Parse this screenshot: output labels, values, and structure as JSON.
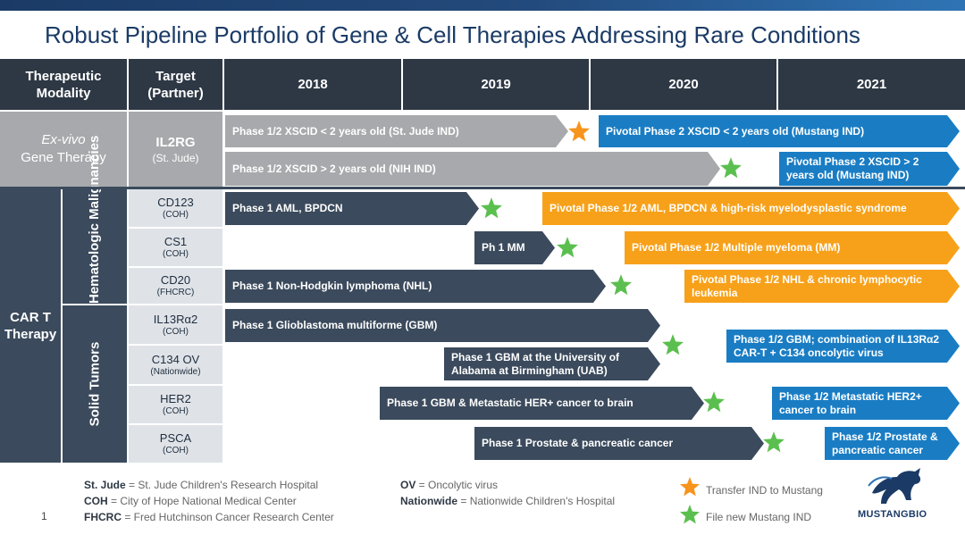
{
  "title": "Robust Pipeline Portfolio of Gene & Cell Therapies Addressing Rare Conditions",
  "header": {
    "modality": "Therapeutic Modality",
    "target": "Target (Partner)",
    "years": [
      "2018",
      "2019",
      "2020",
      "2021"
    ]
  },
  "groups": {
    "exvivo_italic": "Ex-vivo",
    "exvivo_rest": "Gene Therapy",
    "cart": "CAR T Therapy",
    "heme": "Hematologic Malignancies",
    "solid": "Solid Tumors"
  },
  "targets": [
    {
      "main": "IL2RG",
      "sub": "(St. Jude)"
    },
    {
      "main": "CD123",
      "sub": "(COH)"
    },
    {
      "main": "CS1",
      "sub": "(COH)"
    },
    {
      "main": "CD20",
      "sub": "(FHCRC)"
    },
    {
      "main": "IL13Rα2",
      "sub": "(COH)"
    },
    {
      "main": "C134 OV",
      "sub": "(Nationwide)"
    },
    {
      "main": "HER2",
      "sub": "(COH)"
    },
    {
      "main": "PSCA",
      "sub": "(COH)"
    }
  ],
  "bars": [
    "Phase 1/2 XSCID < 2 years old (St. Jude IND)",
    "Pivotal Phase 2 XSCID < 2 years old (Mustang IND)",
    "Phase 1/2 XSCID > 2 years old (NIH IND)",
    "Pivotal Phase 2 XSCID > 2 years old (Mustang IND)",
    "Phase 1 AML, BPDCN",
    "Pivotal Phase 1/2 AML, BPDCN & high-risk myelodysplastic syndrome",
    "Ph 1 MM",
    "Pivotal Phase 1/2 Multiple myeloma (MM)",
    "Phase 1 Non-Hodgkin lymphoma (NHL)",
    "Pivotal Phase 1/2 NHL & chronic lymphocytic leukemia",
    "Phase 1 Glioblastoma multiforme (GBM)",
    "Phase 1/2 GBM; combination of IL13Rα2 CAR-T + C134 oncolytic virus",
    "Phase 1 GBM at the University of Alabama at Birmingham (UAB)",
    "Phase 1 GBM & Metastatic HER+ cancer to brain",
    "Phase 1/2 Metastatic HER2+ cancer to brain",
    "Phase 1 Prostate & pancreatic cancer",
    "Phase 1/2 Prostate & pancreatic cancer"
  ],
  "footer": {
    "stjude_abbr": "St. Jude",
    "stjude_text": " = St. Jude Children's Research Hospital",
    "coh_abbr": "COH",
    "coh_text": " = City of Hope National Medical Center",
    "fhcrc_abbr": "FHCRC",
    "fhcrc_text": " = Fred Hutchinson Cancer Research Center",
    "ov_abbr": "OV",
    "ov_text": " = Oncolytic virus",
    "nationwide_abbr": "Nationwide",
    "nationwide_text": " = Nationwide Children's Hospital"
  },
  "legend": {
    "transfer": "Transfer IND to Mustang",
    "file_new": "File new Mustang IND"
  },
  "colors": {
    "orange_star": "#f7941d",
    "green_star": "#5bbf4f",
    "navy": "#3b4a5c",
    "gray": "#a7a9ac",
    "blue": "#1a7dc4",
    "orange": "#f7a11a"
  },
  "page_number": "1",
  "logo": "MUSTANGBIO"
}
